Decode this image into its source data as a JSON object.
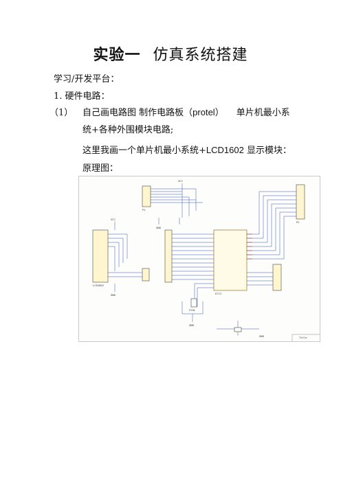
{
  "heading": {
    "bold_part": "实验一",
    "rest": "仿真系统搭建"
  },
  "lines": {
    "platform": "学习/开发平台：",
    "hardware": "1. 硬件电路：",
    "item1_num": "（1）",
    "item1_a": "自己画电路图",
    "item1_b": "制作电路板（",
    "item1_protel": "protel",
    "item1_c": "）",
    "item1_d": "单片机最小系",
    "item1_e": "统+各种外围模块电路;",
    "item2_a": "这里我画一个单片机最小系统+",
    "item2_lcd": "LCD1602",
    "item2_b": " 显示模块：",
    "item3": "原理图："
  },
  "schematic": {
    "labels": {
      "mcu": "U?C1",
      "lcd": "LCD1602",
      "p1": "P1",
      "p2": "P2",
      "xtal": "XTAL",
      "vcc1": "VCC",
      "vcc2": "VCC",
      "gnd1": "GND",
      "gnd2": "GND",
      "gnd3": "GND",
      "gnd4": "GND",
      "title_block": "Title"
    }
  }
}
